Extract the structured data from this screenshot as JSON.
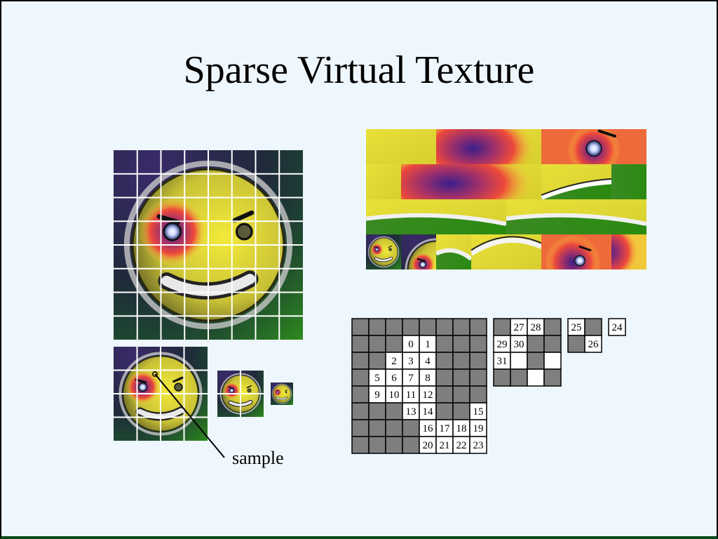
{
  "title": "Sparse Virtual Texture",
  "sample_label": "sample",
  "page_table": {
    "level0_rows": [
      [
        null,
        null,
        null,
        null,
        null,
        null,
        null,
        null
      ],
      [
        null,
        null,
        null,
        "0",
        "1",
        null,
        null,
        null
      ],
      [
        null,
        null,
        "2",
        "3",
        "4",
        null,
        null,
        null
      ],
      [
        null,
        "5",
        "6",
        "7",
        "8",
        null,
        null,
        null
      ],
      [
        null,
        "9",
        "10",
        "11",
        "12",
        null,
        null,
        null
      ],
      [
        null,
        null,
        null,
        "13",
        "14",
        null,
        null,
        "15"
      ],
      [
        null,
        null,
        null,
        null,
        "16",
        "17",
        "18",
        "19"
      ],
      [
        null,
        null,
        null,
        null,
        "20",
        "21",
        "22",
        "23"
      ]
    ],
    "level1_rows": [
      [
        null,
        "27",
        "28",
        null
      ],
      [
        "29",
        "30",
        null,
        null
      ],
      [
        "31",
        "",
        null,
        ""
      ],
      [
        null,
        null,
        "",
        null
      ]
    ],
    "level2_rows": [
      [
        "25",
        null
      ],
      [
        null,
        "26"
      ]
    ],
    "level3_rows": [
      [
        "24"
      ]
    ]
  },
  "colors": {
    "background": "#eff7fe",
    "resident_cell": "#ffffff",
    "nonresident_cell": "#7f7f7f",
    "grid_line": "#ffffff",
    "cell_border": "#000000",
    "texture_face": "#e8e23a",
    "texture_green": "#2e8b1c",
    "texture_purple": "#2a1a4a",
    "texture_red": "#e8453a"
  }
}
